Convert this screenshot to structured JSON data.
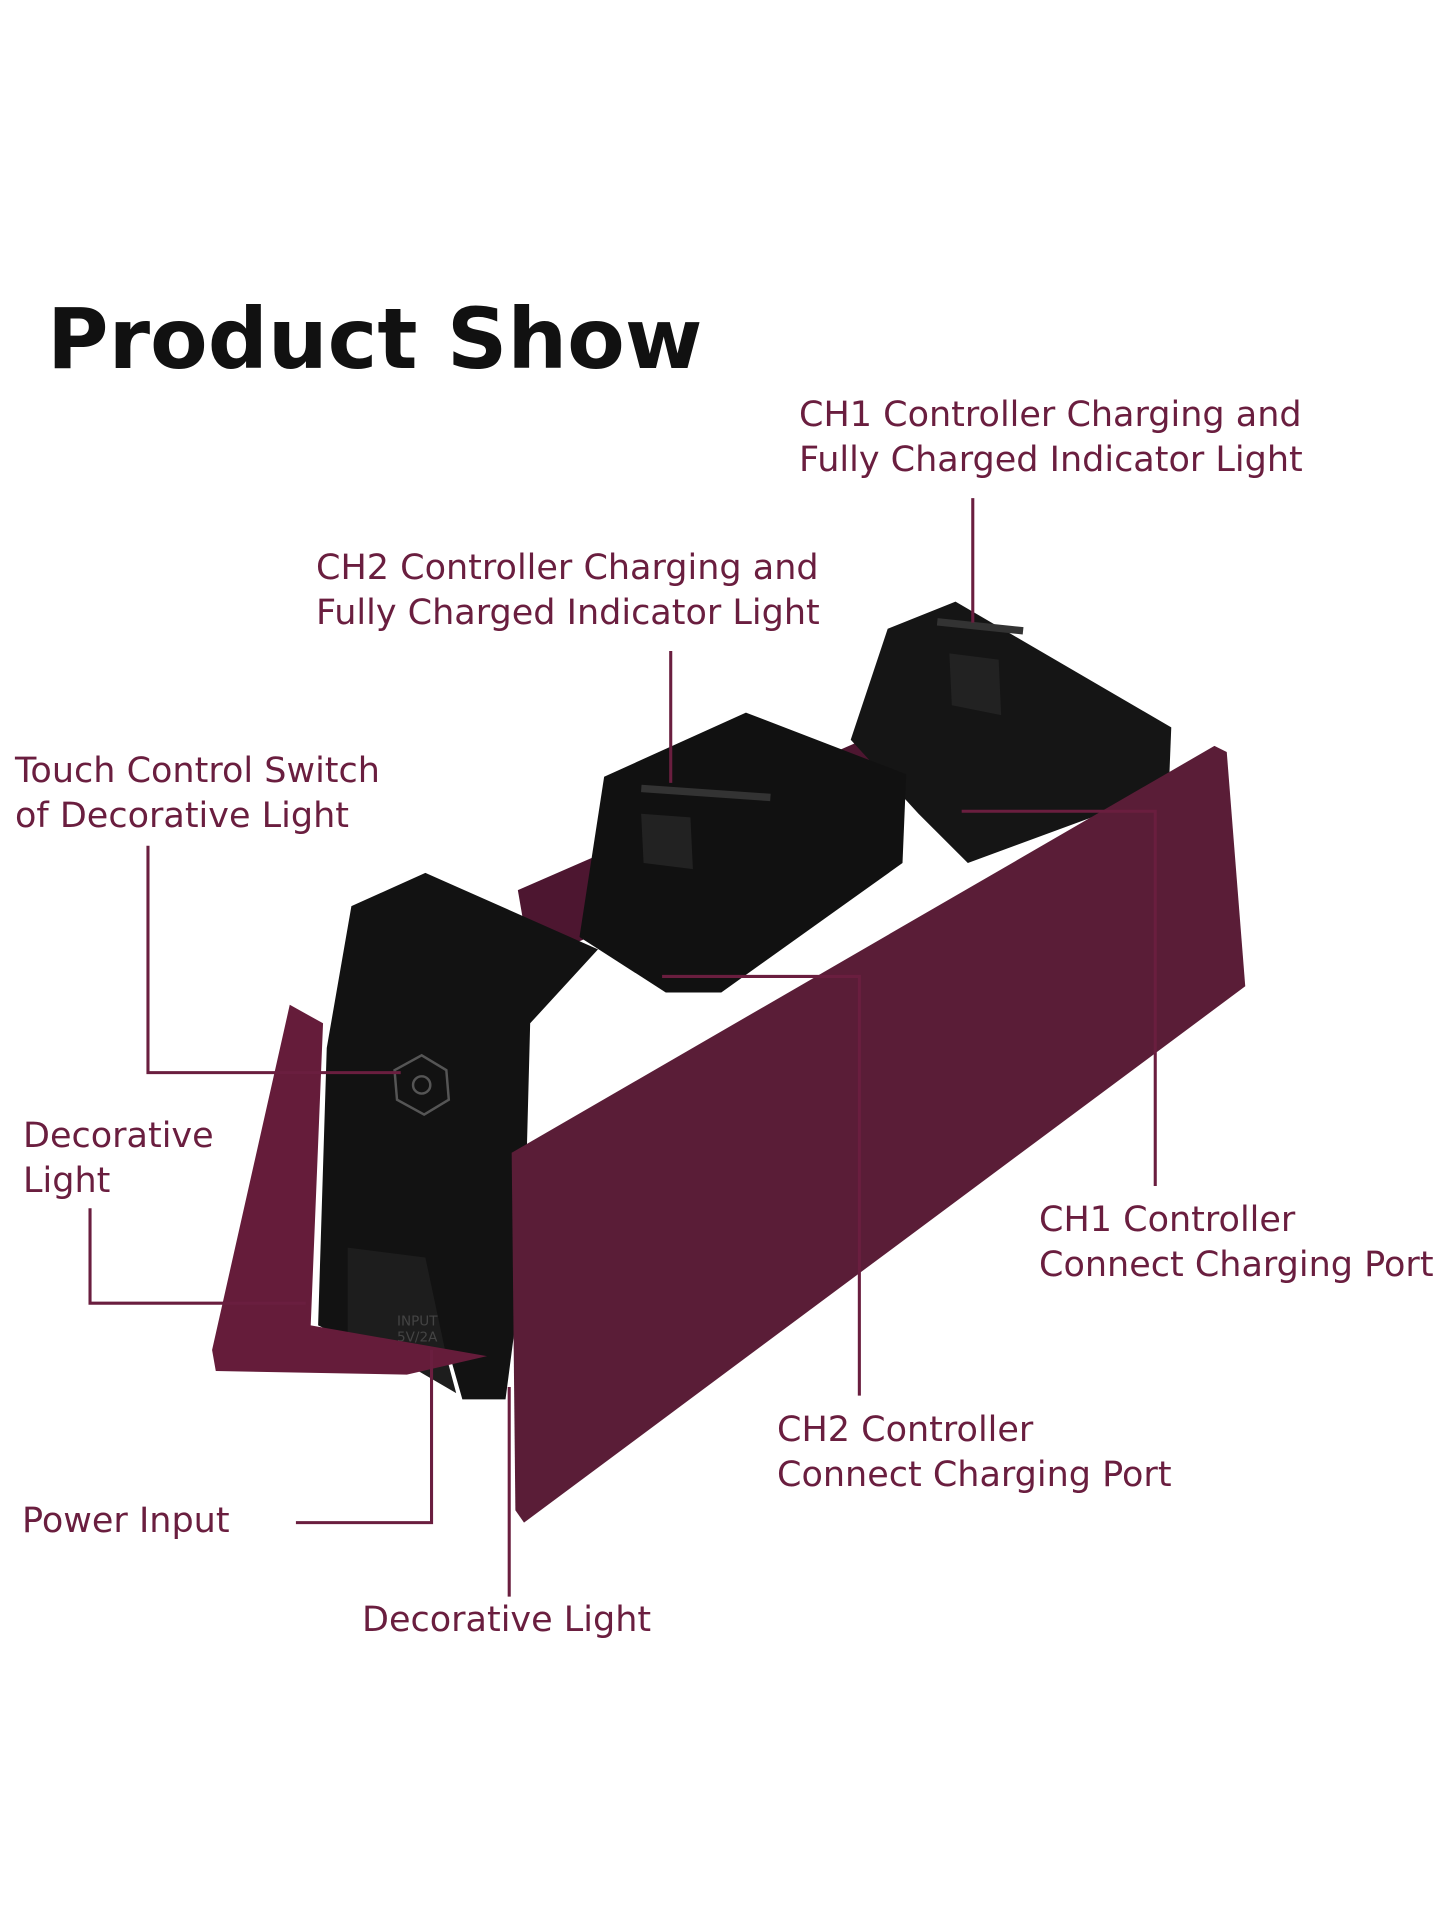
{
  "title": "Product Show",
  "labels": {
    "ch1_indicator": [
      "CH1 Controller Charging and",
      "Fully Charged Indicator Light"
    ],
    "ch2_indicator": [
      "CH2 Controller Charging and",
      "Fully Charged Indicator Light"
    ],
    "touch_switch": [
      "Touch Control Switch",
      "of Decorative Light"
    ],
    "decorative_light_side": [
      "Decorative",
      "Light"
    ],
    "ch1_port": [
      "CH1 Controller",
      "Connect Charging Port"
    ],
    "ch2_port": [
      "CH2 Controller",
      "Connect Charging Port"
    ],
    "power_input": "Power Input",
    "decorative_light_bottom": "Decorative Light"
  },
  "product_lettering": [
    "INPUT",
    "5V/2A"
  ],
  "colors": {
    "label": "#6a1e3f",
    "panel": "#5e1a36",
    "dock": "#141414",
    "leader": "#6a1e3f"
  }
}
